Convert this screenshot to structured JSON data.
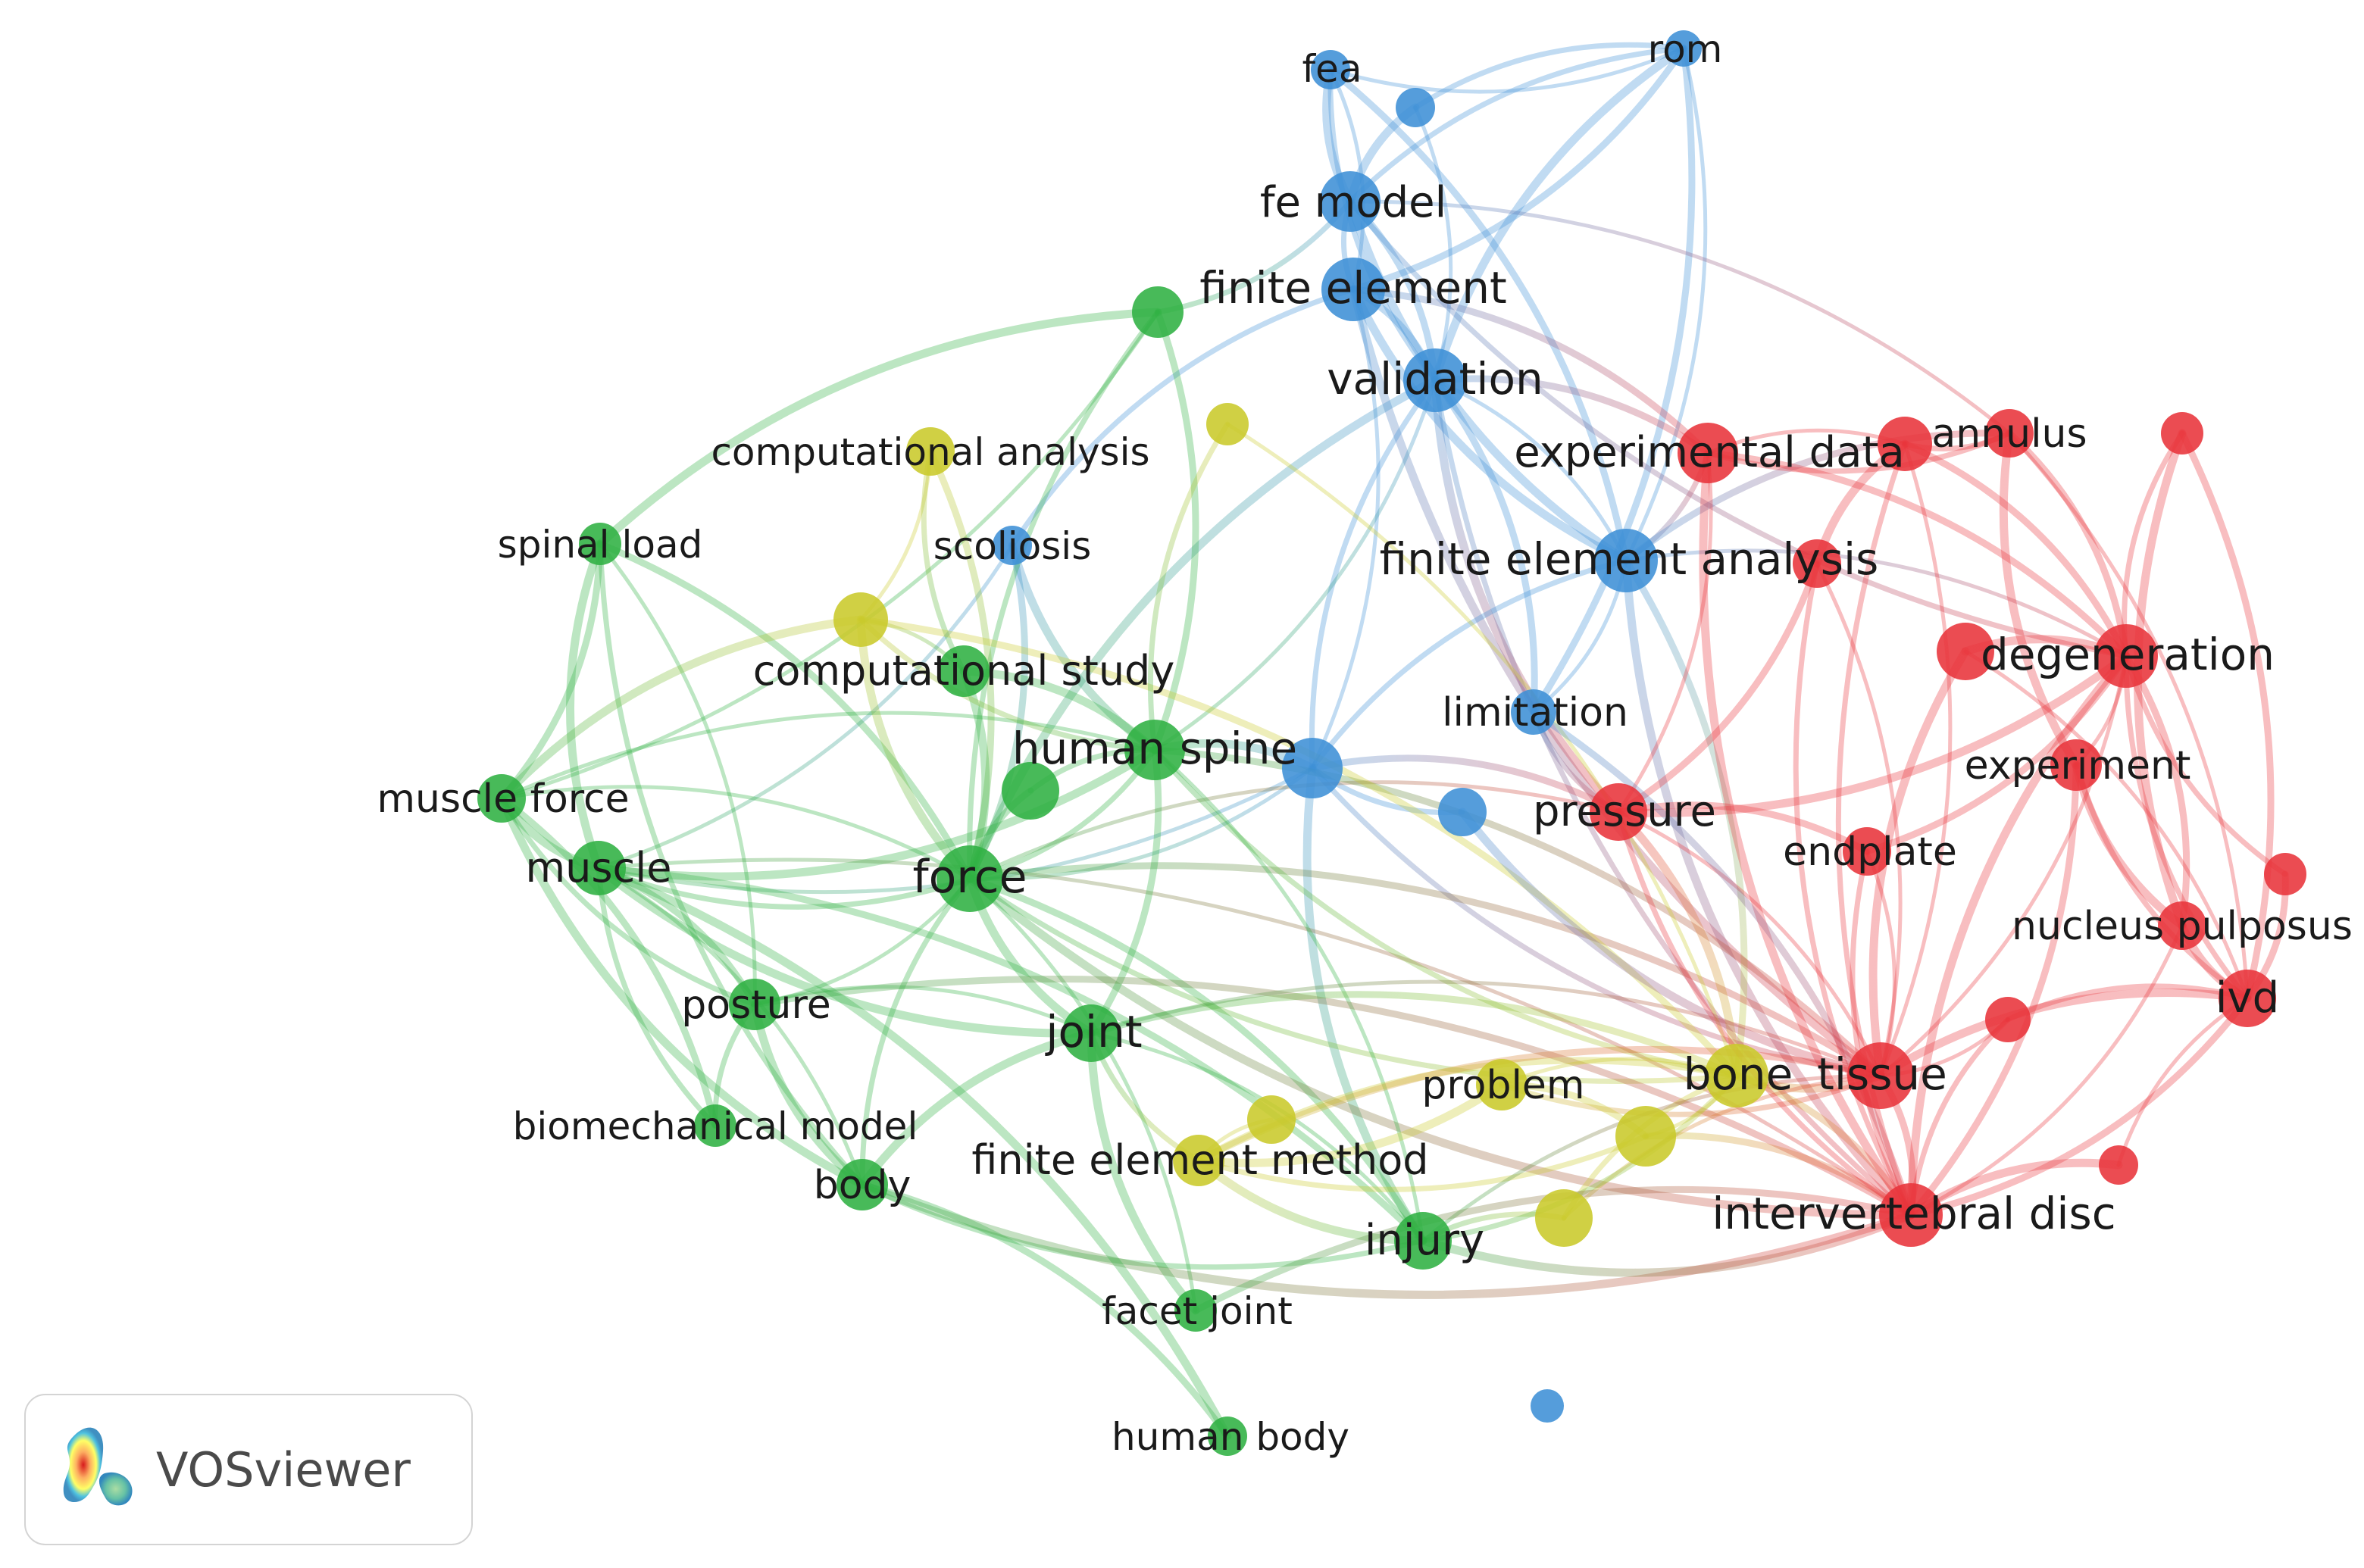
{
  "colors": {
    "cluster_red": "#e8333a",
    "cluster_green": "#2fb042",
    "cluster_blue": "#3d8fd6",
    "cluster_yellow": "#c9c92a"
  },
  "brand": {
    "name": "VOSviewer",
    "logo_icon": "vosviewer-density-logo-icon"
  },
  "network": {
    "nodes": [
      {
        "id": "rom",
        "label": "rom",
        "cluster": "blue"
      },
      {
        "id": "fea",
        "label": "fea",
        "cluster": "blue"
      },
      {
        "id": "blue_u1",
        "label": "",
        "cluster": "blue"
      },
      {
        "id": "fe_model",
        "label": "fe model",
        "cluster": "blue"
      },
      {
        "id": "finite_element",
        "label": "finite element",
        "cluster": "blue"
      },
      {
        "id": "validation",
        "label": "validation",
        "cluster": "blue"
      },
      {
        "id": "fea_analysis",
        "label": "finite element analysis",
        "cluster": "blue"
      },
      {
        "id": "scoliosis",
        "label": "scoliosis",
        "cluster": "blue"
      },
      {
        "id": "limitation",
        "label": "limitation",
        "cluster": "blue"
      },
      {
        "id": "blue_hub",
        "label": "",
        "cluster": "blue"
      },
      {
        "id": "blue_u2",
        "label": "",
        "cluster": "blue"
      },
      {
        "id": "blue_u3",
        "label": "",
        "cluster": "blue"
      },
      {
        "id": "green_u1",
        "label": "",
        "cluster": "green"
      },
      {
        "id": "spinal_load",
        "label": "spinal load",
        "cluster": "green"
      },
      {
        "id": "computational_study",
        "label": "computational study",
        "cluster": "green"
      },
      {
        "id": "human_spine",
        "label": "human spine",
        "cluster": "green"
      },
      {
        "id": "green_u2",
        "label": "",
        "cluster": "green"
      },
      {
        "id": "muscle_force",
        "label": "muscle force",
        "cluster": "green"
      },
      {
        "id": "muscle",
        "label": "muscle",
        "cluster": "green"
      },
      {
        "id": "force",
        "label": "force",
        "cluster": "green"
      },
      {
        "id": "posture",
        "label": "posture",
        "cluster": "green"
      },
      {
        "id": "joint",
        "label": "joint",
        "cluster": "green"
      },
      {
        "id": "biomechanical_model",
        "label": "biomechanical model",
        "cluster": "green"
      },
      {
        "id": "body",
        "label": "body",
        "cluster": "green"
      },
      {
        "id": "injury",
        "label": "injury",
        "cluster": "green"
      },
      {
        "id": "facet_joint",
        "label": "facet joint",
        "cluster": "green"
      },
      {
        "id": "human_body",
        "label": "human body",
        "cluster": "green"
      },
      {
        "id": "computational_analysis",
        "label": "computational analysis",
        "cluster": "yellow"
      },
      {
        "id": "yellow_u1",
        "label": "",
        "cluster": "yellow"
      },
      {
        "id": "yellow_u2",
        "label": "",
        "cluster": "yellow"
      },
      {
        "id": "problem",
        "label": "problem",
        "cluster": "yellow"
      },
      {
        "id": "bone",
        "label": "bone",
        "cluster": "yellow"
      },
      {
        "id": "yellow_u3",
        "label": "",
        "cluster": "yellow"
      },
      {
        "id": "fem",
        "label": "finite element method",
        "cluster": "yellow"
      },
      {
        "id": "yellow_u4",
        "label": "",
        "cluster": "yellow"
      },
      {
        "id": "yellow_u5",
        "label": "",
        "cluster": "yellow"
      },
      {
        "id": "experimental_data",
        "label": "experimental data",
        "cluster": "red"
      },
      {
        "id": "red_u1",
        "label": "",
        "cluster": "red"
      },
      {
        "id": "annulus",
        "label": "annulus",
        "cluster": "red"
      },
      {
        "id": "red_u2",
        "label": "",
        "cluster": "red"
      },
      {
        "id": "red_u3",
        "label": "",
        "cluster": "red"
      },
      {
        "id": "degeneration",
        "label": "degeneration",
        "cluster": "red"
      },
      {
        "id": "red_u4",
        "label": "",
        "cluster": "red"
      },
      {
        "id": "experiment",
        "label": "experiment",
        "cluster": "red"
      },
      {
        "id": "pressure",
        "label": "pressure",
        "cluster": "red"
      },
      {
        "id": "endplate",
        "label": "endplate",
        "cluster": "red"
      },
      {
        "id": "red_u5",
        "label": "",
        "cluster": "red"
      },
      {
        "id": "nucleus_pulposus",
        "label": "nucleus pulposus",
        "cluster": "red"
      },
      {
        "id": "ivd",
        "label": "ivd",
        "cluster": "red"
      },
      {
        "id": "red_u6",
        "label": "",
        "cluster": "red"
      },
      {
        "id": "tissue",
        "label": "tissue",
        "cluster": "red"
      },
      {
        "id": "red_u7",
        "label": "",
        "cluster": "red"
      },
      {
        "id": "intervertebral_disc",
        "label": "intervertebral disc",
        "cluster": "red"
      }
    ],
    "edges": [
      [
        "rom",
        "fea"
      ],
      [
        "rom",
        "fe_model"
      ],
      [
        "rom",
        "finite_element"
      ],
      [
        "rom",
        "validation"
      ],
      [
        "rom",
        "fea_analysis"
      ],
      [
        "rom",
        "blue_u1"
      ],
      [
        "rom",
        "limitation"
      ],
      [
        "fea",
        "fe_model"
      ],
      [
        "fea",
        "finite_element"
      ],
      [
        "fea",
        "validation"
      ],
      [
        "fea",
        "fea_analysis"
      ],
      [
        "blue_u1",
        "fe_model"
      ],
      [
        "blue_u1",
        "validation"
      ],
      [
        "fe_model",
        "finite_element"
      ],
      [
        "fe_model",
        "validation"
      ],
      [
        "fe_model",
        "fea_analysis"
      ],
      [
        "fe_model",
        "annulus"
      ],
      [
        "fe_model",
        "degeneration"
      ],
      [
        "finite_element",
        "validation"
      ],
      [
        "finite_element",
        "fea_analysis"
      ],
      [
        "finite_element",
        "blue_hub"
      ],
      [
        "finite_element",
        "scoliosis"
      ],
      [
        "finite_element",
        "experimental_data"
      ],
      [
        "finite_element",
        "tissue"
      ],
      [
        "validation",
        "fea_analysis"
      ],
      [
        "validation",
        "blue_hub"
      ],
      [
        "validation",
        "experimental_data"
      ],
      [
        "validation",
        "force"
      ],
      [
        "validation",
        "human_spine"
      ],
      [
        "validation",
        "intervertebral_disc"
      ],
      [
        "validation",
        "limitation"
      ],
      [
        "validation",
        "pressure"
      ],
      [
        "fea_analysis",
        "degeneration"
      ],
      [
        "fea_analysis",
        "experimental_data"
      ],
      [
        "fea_analysis",
        "annulus"
      ],
      [
        "fea_analysis",
        "intervertebral_disc"
      ],
      [
        "fea_analysis",
        "limitation"
      ],
      [
        "fea_analysis",
        "blue_hub"
      ],
      [
        "fea_analysis",
        "bone"
      ],
      [
        "blue_hub",
        "human_spine"
      ],
      [
        "blue_hub",
        "force"
      ],
      [
        "blue_hub",
        "blue_u2"
      ],
      [
        "blue_hub",
        "pressure"
      ],
      [
        "blue_hub",
        "injury"
      ],
      [
        "blue_hub",
        "muscle"
      ],
      [
        "blue_hub",
        "tissue"
      ],
      [
        "scoliosis",
        "force"
      ],
      [
        "scoliosis",
        "human_spine"
      ],
      [
        "scoliosis",
        "muscle"
      ],
      [
        "green_u1",
        "force"
      ],
      [
        "green_u1",
        "human_spine"
      ],
      [
        "green_u1",
        "spinal_load"
      ],
      [
        "green_u1",
        "muscle_force"
      ],
      [
        "green_u1",
        "fe_model"
      ],
      [
        "spinal_load",
        "muscle_force"
      ],
      [
        "spinal_load",
        "muscle"
      ],
      [
        "spinal_load",
        "posture"
      ],
      [
        "spinal_load",
        "body"
      ],
      [
        "spinal_load",
        "force"
      ],
      [
        "muscle_force",
        "muscle"
      ],
      [
        "muscle_force",
        "force"
      ],
      [
        "muscle_force",
        "posture"
      ],
      [
        "muscle_force",
        "biomechanical_model"
      ],
      [
        "muscle_force",
        "body"
      ],
      [
        "muscle_force",
        "human_spine"
      ],
      [
        "muscle",
        "force"
      ],
      [
        "muscle",
        "posture"
      ],
      [
        "muscle",
        "joint"
      ],
      [
        "muscle",
        "body"
      ],
      [
        "muscle",
        "biomechanical_model"
      ],
      [
        "muscle",
        "injury"
      ],
      [
        "muscle",
        "human_spine"
      ],
      [
        "muscle",
        "intervertebral_disc"
      ],
      [
        "force",
        "human_spine"
      ],
      [
        "force",
        "green_u2"
      ],
      [
        "force",
        "joint"
      ],
      [
        "force",
        "posture"
      ],
      [
        "force",
        "body"
      ],
      [
        "force",
        "injury"
      ],
      [
        "force",
        "computational_study"
      ],
      [
        "force",
        "pressure"
      ],
      [
        "force",
        "bone"
      ],
      [
        "force",
        "tissue"
      ],
      [
        "force",
        "intervertebral_disc"
      ],
      [
        "force",
        "facet_joint"
      ],
      [
        "human_spine",
        "green_u2"
      ],
      [
        "human_spine",
        "joint"
      ],
      [
        "human_spine",
        "computational_study"
      ],
      [
        "human_spine",
        "injury"
      ],
      [
        "human_spine",
        "bone"
      ],
      [
        "human_spine",
        "tissue"
      ],
      [
        "posture",
        "body"
      ],
      [
        "posture",
        "joint"
      ],
      [
        "posture",
        "biomechanical_model"
      ],
      [
        "posture",
        "intervertebral_disc"
      ],
      [
        "joint",
        "body"
      ],
      [
        "joint",
        "injury"
      ],
      [
        "joint",
        "fem"
      ],
      [
        "joint",
        "bone"
      ],
      [
        "joint",
        "facet_joint"
      ],
      [
        "joint",
        "tissue"
      ],
      [
        "body",
        "injury"
      ],
      [
        "body",
        "human_body"
      ],
      [
        "body",
        "intervertebral_disc"
      ],
      [
        "computational_analysis",
        "yellow_u1"
      ],
      [
        "computational_analysis",
        "computational_study"
      ],
      [
        "computational_analysis",
        "force"
      ],
      [
        "yellow_u1",
        "force"
      ],
      [
        "yellow_u1",
        "computational_study"
      ],
      [
        "yellow_u1",
        "human_spine"
      ],
      [
        "yellow_u1",
        "bone"
      ],
      [
        "yellow_u1",
        "muscle_force"
      ],
      [
        "yellow_u2",
        "bone"
      ],
      [
        "yellow_u2",
        "human_spine"
      ],
      [
        "fem",
        "bone"
      ],
      [
        "fem",
        "injury"
      ],
      [
        "fem",
        "yellow_u3"
      ],
      [
        "fem",
        "yellow_u4"
      ],
      [
        "fem",
        "tissue"
      ],
      [
        "fem",
        "problem"
      ],
      [
        "problem",
        "bone"
      ],
      [
        "problem",
        "tissue"
      ],
      [
        "problem",
        "yellow_u4"
      ],
      [
        "bone",
        "tissue"
      ],
      [
        "bone",
        "yellow_u4"
      ],
      [
        "bone",
        "yellow_u5"
      ],
      [
        "bone",
        "intervertebral_disc"
      ],
      [
        "bone",
        "pressure"
      ],
      [
        "yellow_u5",
        "tissue"
      ],
      [
        "yellow_u5",
        "injury"
      ],
      [
        "yellow_u4",
        "intervertebral_disc"
      ],
      [
        "injury",
        "intervertebral_disc"
      ],
      [
        "injury",
        "tissue"
      ],
      [
        "injury",
        "bone"
      ],
      [
        "facet_joint",
        "intervertebral_disc"
      ],
      [
        "human_body",
        "muscle"
      ],
      [
        "experimental_data",
        "red_u1"
      ],
      [
        "experimental_data",
        "annulus"
      ],
      [
        "experimental_data",
        "degeneration"
      ],
      [
        "experimental_data",
        "intervertebral_disc"
      ],
      [
        "experimental_data",
        "pressure"
      ],
      [
        "red_u1",
        "annulus"
      ],
      [
        "red_u1",
        "degeneration"
      ],
      [
        "red_u1",
        "red_u3"
      ],
      [
        "red_u1",
        "tissue"
      ],
      [
        "red_u1",
        "intervertebral_disc"
      ],
      [
        "annulus",
        "degeneration"
      ],
      [
        "annulus",
        "experiment"
      ],
      [
        "annulus",
        "ivd"
      ],
      [
        "red_u2",
        "degeneration"
      ],
      [
        "red_u2",
        "ivd"
      ],
      [
        "red_u2",
        "nucleus_pulposus"
      ],
      [
        "red_u3",
        "tissue"
      ],
      [
        "red_u3",
        "intervertebral_disc"
      ],
      [
        "red_u3",
        "pressure"
      ],
      [
        "degeneration",
        "red_u4"
      ],
      [
        "degeneration",
        "experiment"
      ],
      [
        "degeneration",
        "ivd"
      ],
      [
        "degeneration",
        "nucleus_pulposus"
      ],
      [
        "degeneration",
        "intervertebral_disc"
      ],
      [
        "degeneration",
        "tissue"
      ],
      [
        "degeneration",
        "red_u5"
      ],
      [
        "degeneration",
        "endplate"
      ],
      [
        "red_u4",
        "tissue"
      ],
      [
        "red_u4",
        "ivd"
      ],
      [
        "experiment",
        "ivd"
      ],
      [
        "experiment",
        "intervertebral_disc"
      ],
      [
        "experiment",
        "nucleus_pulposus"
      ],
      [
        "pressure",
        "tissue"
      ],
      [
        "pressure",
        "intervertebral_disc"
      ],
      [
        "pressure",
        "endplate"
      ],
      [
        "pressure",
        "degeneration"
      ],
      [
        "endplate",
        "tissue"
      ],
      [
        "endplate",
        "intervertebral_disc"
      ],
      [
        "red_u5",
        "ivd"
      ],
      [
        "nucleus_pulposus",
        "ivd"
      ],
      [
        "nucleus_pulposus",
        "intervertebral_disc"
      ],
      [
        "ivd",
        "red_u6"
      ],
      [
        "ivd",
        "intervertebral_disc"
      ],
      [
        "ivd",
        "tissue"
      ],
      [
        "red_u6",
        "tissue"
      ],
      [
        "red_u6",
        "intervertebral_disc"
      ],
      [
        "tissue",
        "intervertebral_disc"
      ],
      [
        "red_u7",
        "intervertebral_disc"
      ],
      [
        "red_u7",
        "ivd"
      ],
      [
        "limitation",
        "pressure"
      ],
      [
        "limitation",
        "intervertebral_disc"
      ],
      [
        "blue_u2",
        "tissue"
      ]
    ]
  }
}
